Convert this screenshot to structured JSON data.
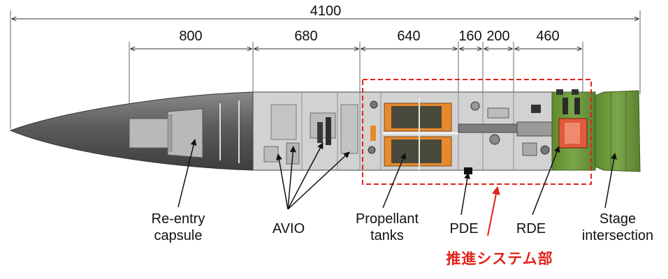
{
  "dimensions": {
    "total": "4100",
    "sections": [
      "800",
      "680",
      "640",
      "160",
      "200",
      "460"
    ]
  },
  "labels": {
    "reentry": [
      "Re-entry",
      "capsule"
    ],
    "avio": "AVIO",
    "propellant": [
      "Propellant",
      "tanks"
    ],
    "pde": "PDE",
    "rde": "RDE",
    "stage": [
      "Stage",
      "intersection"
    ],
    "propulsion_jp": "推進システム部"
  },
  "colors": {
    "accent_red": "#e2231a",
    "stage_green": "#6f9a3b",
    "tank_orange": "#e7892c",
    "body_gray": "#cfcfcf",
    "nose_gray": "#5e5e5e"
  }
}
